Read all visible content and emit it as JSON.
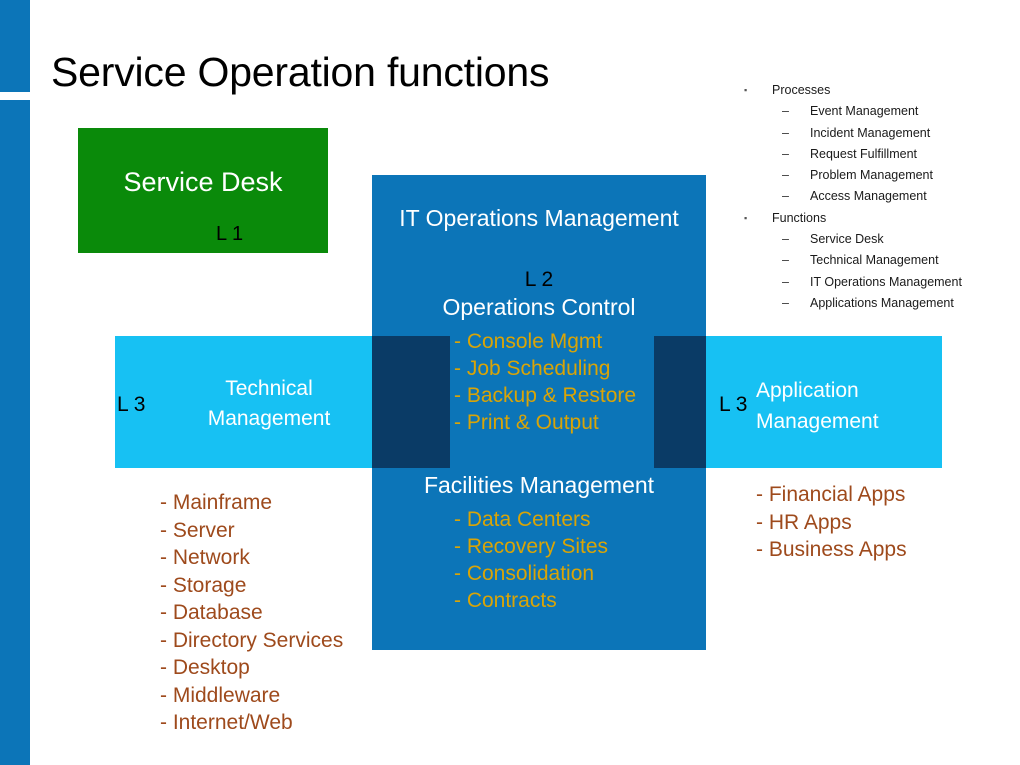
{
  "slide": {
    "title": "Service Operation functions"
  },
  "colors": {
    "accent_blue": "#0C75B8",
    "service_desk_green": "#0A8A0A",
    "cyan": "#17C1F3",
    "overlap_navy": "#0A3B66",
    "gold": "#D9A407",
    "rust": "#9E4A1C",
    "white": "#FFFFFF",
    "black": "#000000"
  },
  "service_desk": {
    "label": "Service Desk",
    "level": "L 1"
  },
  "it_operations": {
    "title": "IT Operations Management",
    "level": "L 2",
    "operations_control": {
      "title": "Operations Control",
      "items": [
        "- Console Mgmt",
        "- Job Scheduling",
        "- Backup & Restore",
        "- Print & Output"
      ]
    },
    "facilities": {
      "title": "Facilities Management",
      "items": [
        "- Data Centers",
        "- Recovery Sites",
        "- Consolidation",
        "- Contracts"
      ]
    }
  },
  "technical_management": {
    "title_line1": "Technical",
    "title_line2": "Management",
    "level": "L 3",
    "items": [
      "- Mainframe",
      "- Server",
      "- Network",
      "- Storage",
      "- Database",
      "- Directory Services",
      "- Desktop",
      "- Middleware",
      "- Internet/Web"
    ]
  },
  "application_management": {
    "title_line1": "Application",
    "title_line2": "Management",
    "level": "L 3",
    "items": [
      "- Financial Apps",
      "- HR Apps",
      "- Business Apps"
    ]
  },
  "outline": {
    "bullet_glyph": "▪",
    "dash_glyph": "–",
    "groups": [
      {
        "label": "Processes",
        "items": [
          "Event Management",
          "Incident Management",
          "Request Fulfillment",
          "Problem Management",
          "Access Management"
        ]
      },
      {
        "label": "Functions",
        "items": [
          "Service Desk",
          "Technical Management",
          "IT Operations Management",
          "Applications Management"
        ]
      }
    ]
  }
}
